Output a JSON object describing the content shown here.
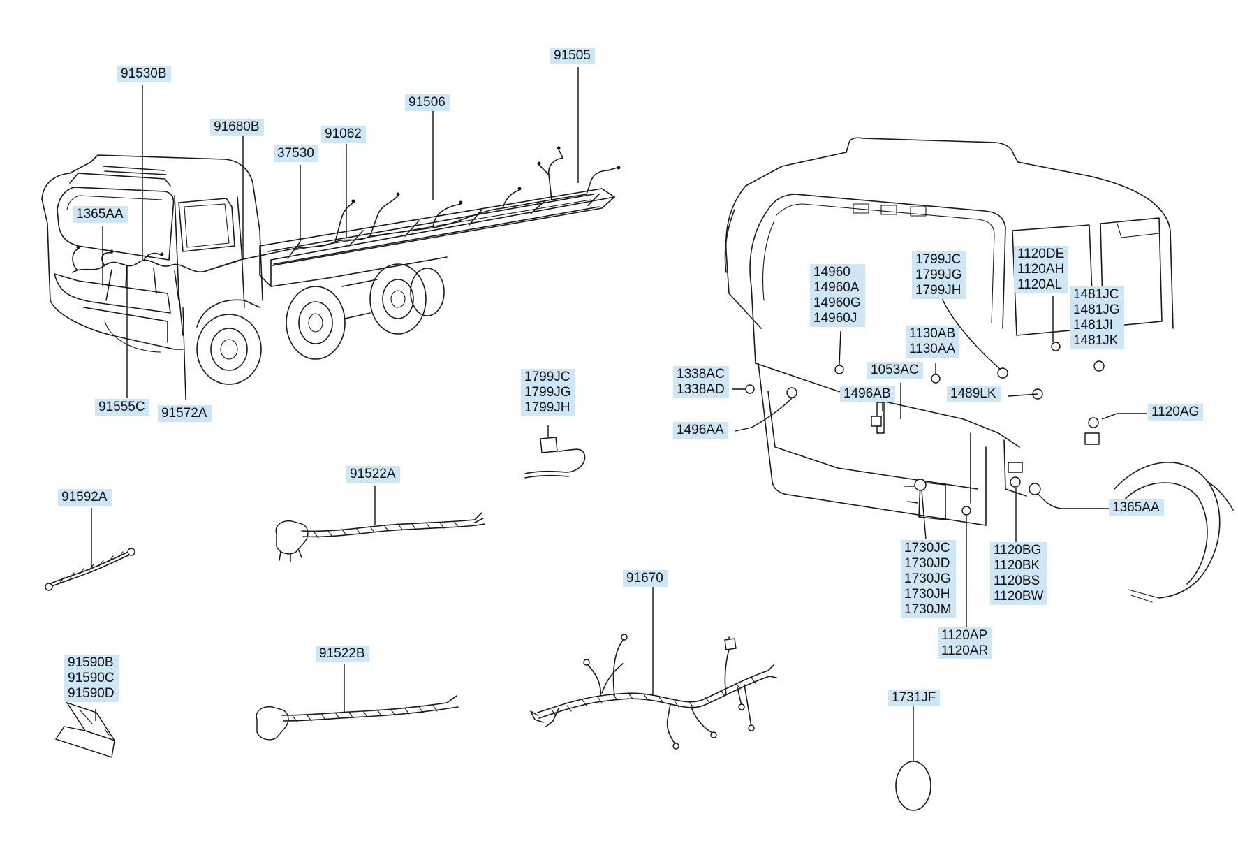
{
  "diagram": {
    "labels": [
      {
        "key": "91530B",
        "lines": [
          "91530B"
        ]
      },
      {
        "key": "91680B",
        "lines": [
          "91680B"
        ]
      },
      {
        "key": "37530",
        "lines": [
          "37530"
        ]
      },
      {
        "key": "91062",
        "lines": [
          "91062"
        ]
      },
      {
        "key": "91506",
        "lines": [
          "91506"
        ]
      },
      {
        "key": "91505",
        "lines": [
          "91505"
        ]
      },
      {
        "key": "1365AA-truck",
        "lines": [
          "1365AA"
        ]
      },
      {
        "key": "91555C",
        "lines": [
          "91555C"
        ]
      },
      {
        "key": "91572A",
        "lines": [
          "91572A"
        ]
      },
      {
        "key": "1799J-loose",
        "lines": [
          "1799JC",
          "1799JG",
          "1799JH"
        ]
      },
      {
        "key": "91592A",
        "lines": [
          "91592A"
        ]
      },
      {
        "key": "91522A",
        "lines": [
          "91522A"
        ]
      },
      {
        "key": "91590",
        "lines": [
          "91590B",
          "91590C",
          "91590D"
        ]
      },
      {
        "key": "91522B",
        "lines": [
          "91522B"
        ]
      },
      {
        "key": "91670",
        "lines": [
          "91670"
        ]
      },
      {
        "key": "14960",
        "lines": [
          "14960",
          "14960A",
          "14960G",
          "14960J"
        ]
      },
      {
        "key": "1799J-cab",
        "lines": [
          "1799JC",
          "1799JG",
          "1799JH"
        ]
      },
      {
        "key": "1120D",
        "lines": [
          "1120DE",
          "1120AH",
          "1120AL"
        ]
      },
      {
        "key": "1481J",
        "lines": [
          "1481JC",
          "1481JG",
          "1481JI",
          "1481JK"
        ]
      },
      {
        "key": "1130A",
        "lines": [
          "1130AB",
          "1130AA"
        ]
      },
      {
        "key": "1338A",
        "lines": [
          "1338AC",
          "1338AD"
        ]
      },
      {
        "key": "1053AC",
        "lines": [
          "1053AC"
        ]
      },
      {
        "key": "1496AB",
        "lines": [
          "1496AB"
        ]
      },
      {
        "key": "1489LK",
        "lines": [
          "1489LK"
        ]
      },
      {
        "key": "1120AG",
        "lines": [
          "1120AG"
        ]
      },
      {
        "key": "1496AA",
        "lines": [
          "1496AA"
        ]
      },
      {
        "key": "1365AA-cab",
        "lines": [
          "1365AA"
        ]
      },
      {
        "key": "1730J",
        "lines": [
          "1730JC",
          "1730JD",
          "1730JG",
          "1730JH",
          "1730JM"
        ]
      },
      {
        "key": "1120B",
        "lines": [
          "1120BG",
          "1120BK",
          "1120BS",
          "1120BW"
        ]
      },
      {
        "key": "1120AP",
        "lines": [
          "1120AP",
          "1120AR"
        ]
      },
      {
        "key": "1731JF",
        "lines": [
          "1731JF"
        ]
      }
    ],
    "colors": {
      "label_background": "#cfe6f7",
      "line": "#111111"
    }
  }
}
